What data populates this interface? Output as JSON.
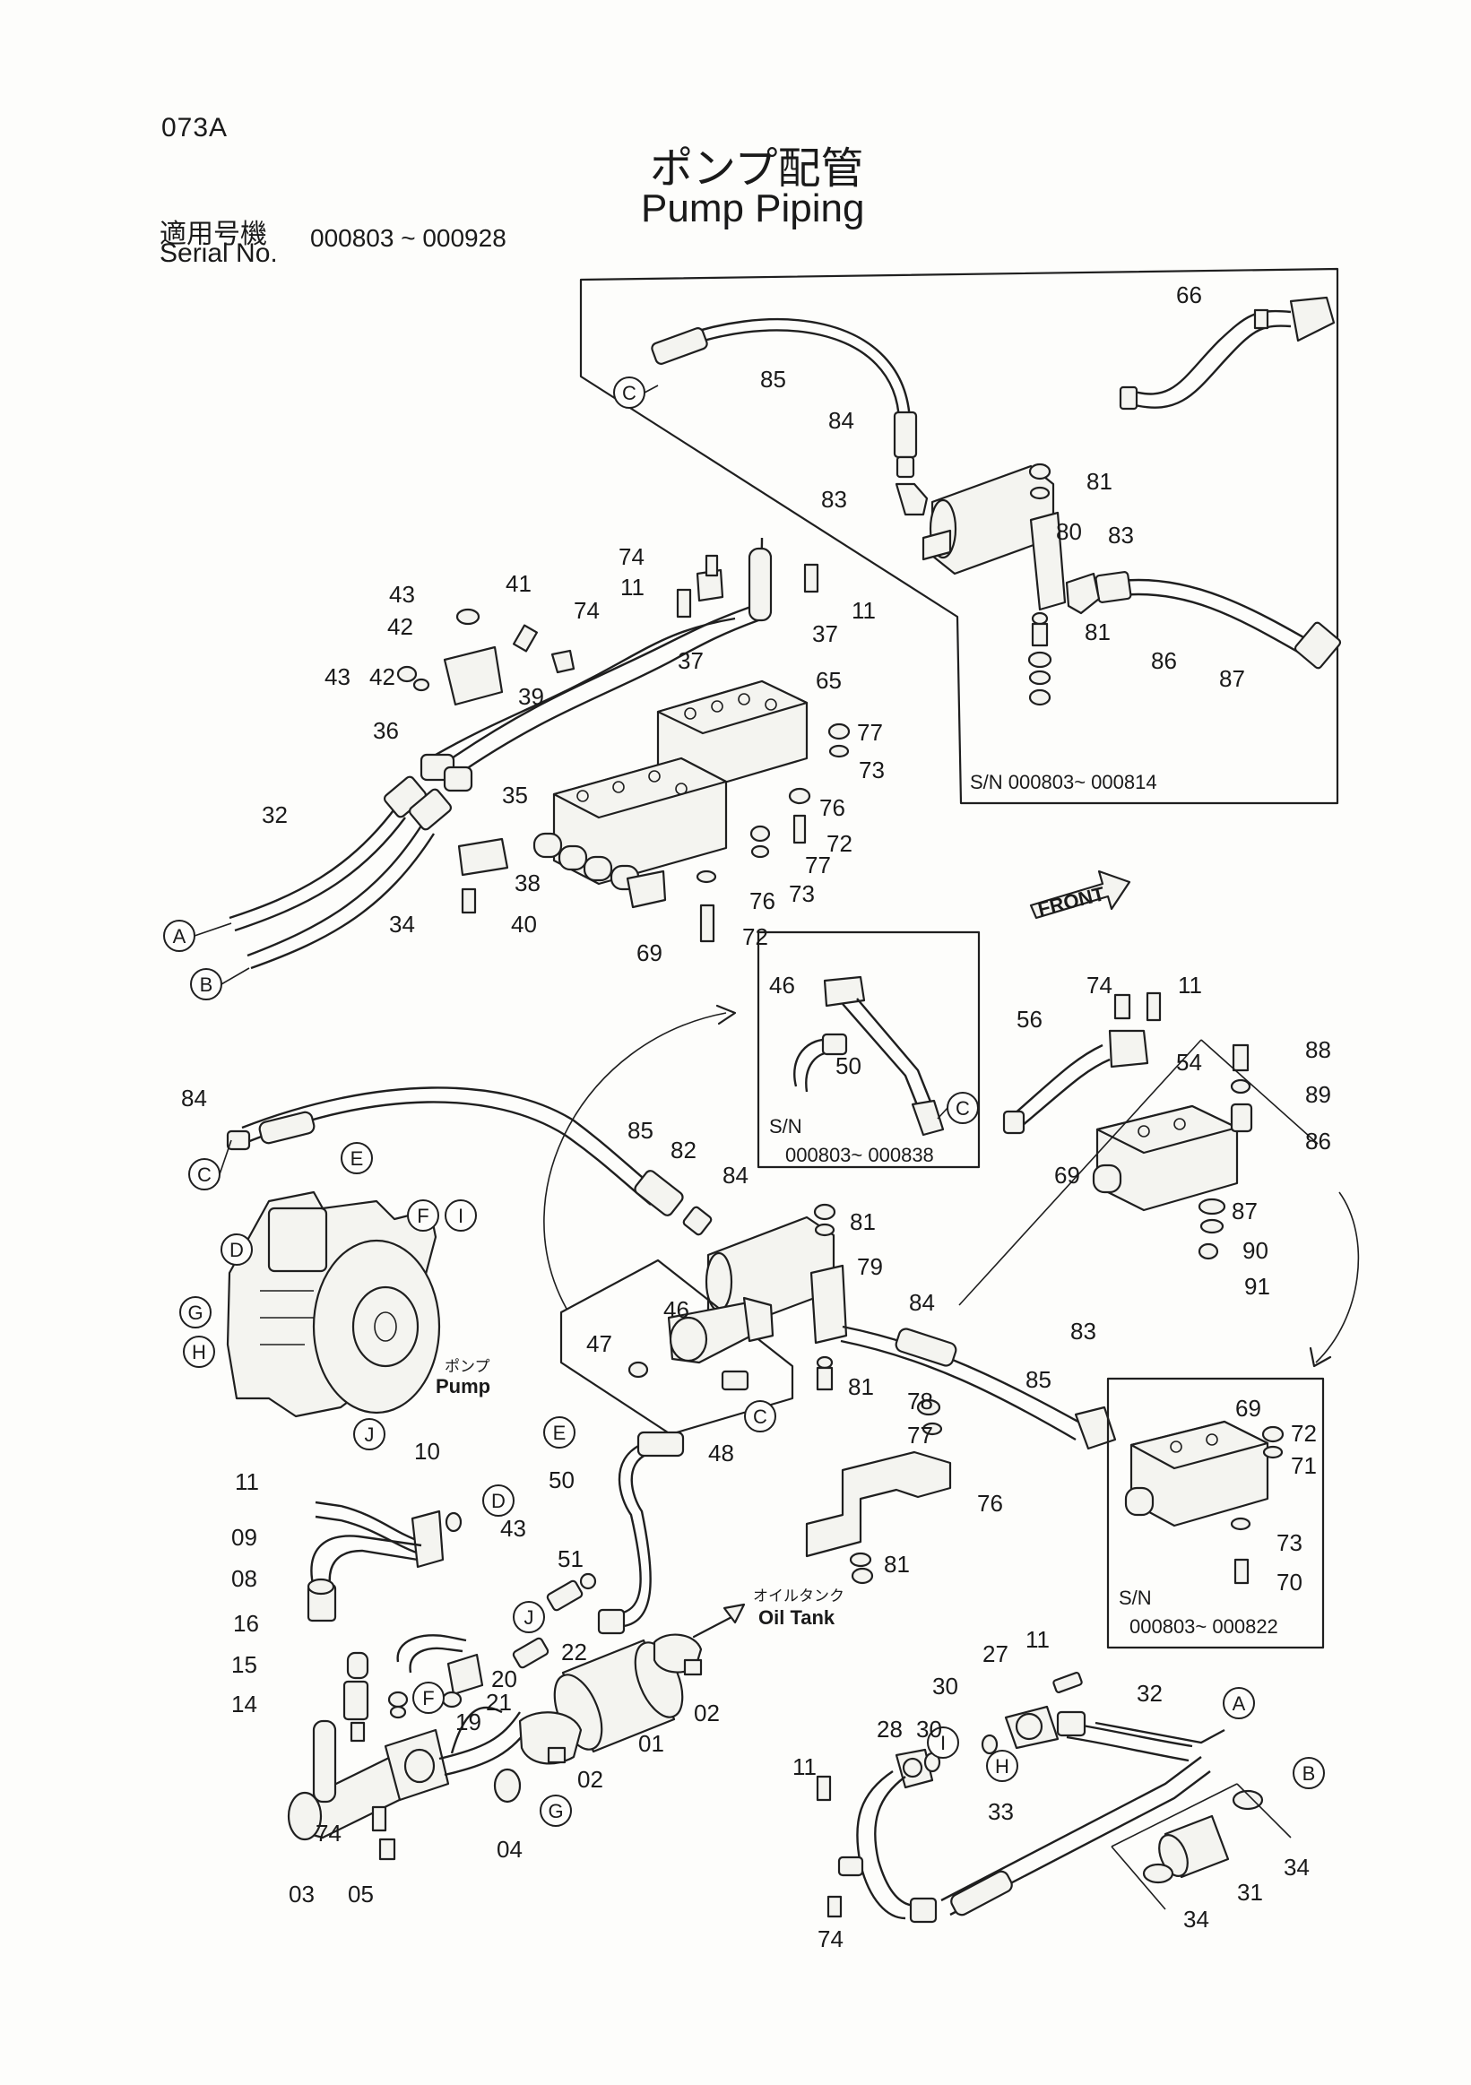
{
  "page_code": "073A",
  "title_jp": "ポンプ配管",
  "title_en": "Pump Piping",
  "serial_label_jp": "適用号機",
  "serial_label_en": "Serial No.",
  "serial_range": "000803 ~ 000928",
  "front_label": "FRONT",
  "pump_label_jp": "ポンプ",
  "pump_label_en": "Pump",
  "oil_tank_label_jp": "オイルタンク",
  "oil_tank_label_en": "Oil Tank",
  "inset_top_right": {
    "sn": "S/N  000803~ 000814"
  },
  "inset_middle": {
    "sn_label": "S/N",
    "sn_range": "000803~ 000838"
  },
  "inset_bottom_right": {
    "sn_label": "S/N",
    "sn_range": "000803~ 000822"
  },
  "reference_letters": [
    "A",
    "B",
    "C",
    "D",
    "E",
    "F",
    "G",
    "H",
    "I",
    "J"
  ],
  "part_numbers": [
    "01",
    "02",
    "03",
    "04",
    "05",
    "08",
    "09",
    "10",
    "11",
    "14",
    "15",
    "16",
    "19",
    "20",
    "21",
    "22",
    "27",
    "28",
    "30",
    "31",
    "32",
    "33",
    "34",
    "35",
    "36",
    "37",
    "38",
    "39",
    "40",
    "41",
    "42",
    "43",
    "46",
    "47",
    "48",
    "50",
    "51",
    "54",
    "56",
    "65",
    "66",
    "69",
    "70",
    "71",
    "72",
    "73",
    "74",
    "76",
    "77",
    "78",
    "79",
    "80",
    "81",
    "82",
    "83",
    "84",
    "85",
    "86",
    "87",
    "88",
    "89",
    "90",
    "91"
  ]
}
